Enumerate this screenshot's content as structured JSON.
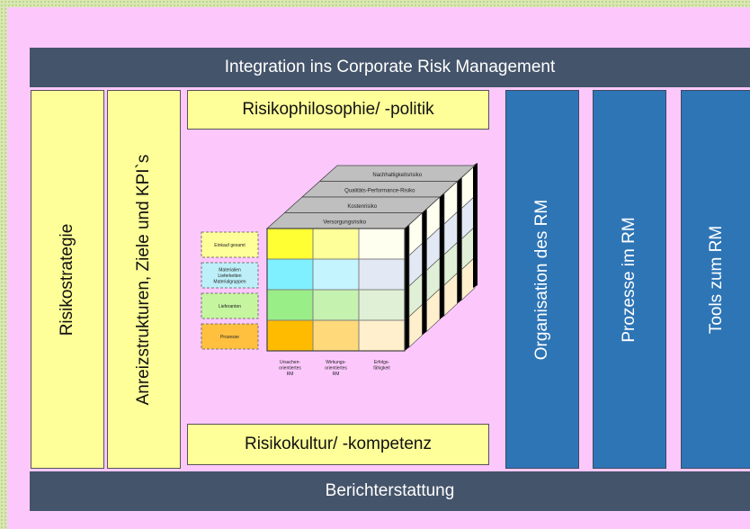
{
  "top_band": "Integration ins Corporate Risk Management",
  "bottom_band": "Berichterstattung",
  "left_columns": [
    "Risikostrategie",
    "Anreizstrukturen, Ziele und KPI`s"
  ],
  "top_center": "Risikophilosophie/ -politik",
  "bottom_center": "Risikokultur/ -kompetenz",
  "right_columns": [
    "Organisation des RM",
    "Prozesse im RM",
    "Tools zum RM"
  ],
  "cube": {
    "top_layers": [
      "Nachhaltigkeitsrisiko",
      "Qualitäts-Performance-Risiko",
      "Kostenrisiko",
      "Versorgungsrisiko"
    ],
    "row_labels": [
      {
        "lines": [
          "Einkauf gesamt"
        ],
        "color": "#ffff99"
      },
      {
        "lines": [
          "Materialien",
          "Lieferketten",
          "Materialgruppen"
        ],
        "color": "#bdeff9"
      },
      {
        "lines": [
          "Lieferanten"
        ],
        "color": "#c6f5a0"
      },
      {
        "lines": [
          "Prozesse"
        ],
        "color": "#ffc040"
      }
    ],
    "column_labels": [
      [
        "Ursachen-",
        "orientiertes",
        "RM"
      ],
      [
        "Wirkungs-",
        "orientiertes",
        "RM"
      ],
      [
        "Erfolgs-",
        "fähigkeit"
      ]
    ],
    "grid_colors": [
      [
        "#ffff33",
        "#ffff99",
        "#fffff0"
      ],
      [
        "#7ff0ff",
        "#c4f5ff",
        "#e2e8f4"
      ],
      [
        "#99ee88",
        "#c6f2b0",
        "#e0f0d6"
      ],
      [
        "#ffbb00",
        "#ffd97a",
        "#ffefcc"
      ]
    ]
  }
}
